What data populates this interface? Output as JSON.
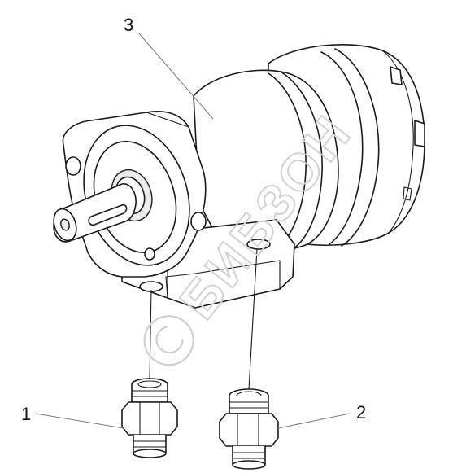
{
  "diagram": {
    "callouts": [
      {
        "id": "3",
        "label": "3"
      },
      {
        "id": "1",
        "label": "1"
      },
      {
        "id": "2",
        "label": "2"
      }
    ],
    "watermark": {
      "text": "БИБЗОН"
    }
  }
}
